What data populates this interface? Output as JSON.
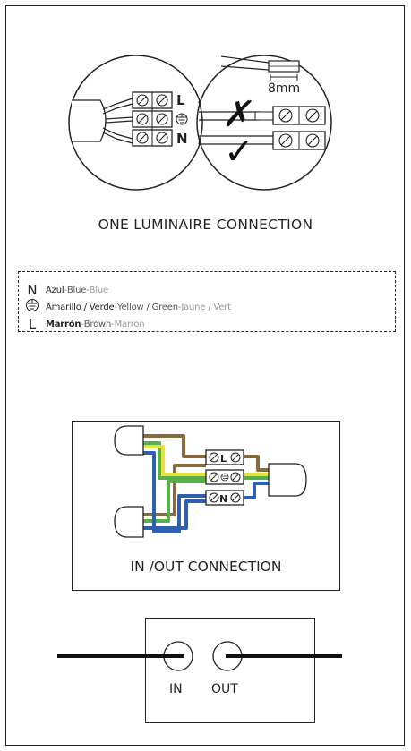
{
  "diagram1": {
    "strip_length_label": "8mm",
    "terminal_live": "L",
    "terminal_neutral": "N",
    "wrong_mark": "✗",
    "right_mark": "✓",
    "caption": "ONE LUMINAIRE CONNECTION"
  },
  "legend": {
    "rows": [
      {
        "symbol": "N",
        "es": "Azul",
        "en": "Blue",
        "fr": "Blue",
        "sep1": " - ",
        "sep2": " - ",
        "sep3": ""
      },
      {
        "symbol": "⏚",
        "es": "Amarillo / Verde",
        "en": "Yellow / Green",
        "fr": "Jaune / Vert",
        "sep1": " - ",
        "sep2": " - ",
        "sep3": ""
      },
      {
        "symbol": "L",
        "es": "Marrón",
        "en": "Brown",
        "fr": "Marron",
        "sep1": " - ",
        "sep2": " - ",
        "sep3": ""
      }
    ]
  },
  "diagram2": {
    "terminal_live": "L",
    "terminal_neutral": "N",
    "caption": "IN /OUT CONNECTION"
  },
  "diagram3": {
    "in_label": "IN",
    "out_label": "OUT"
  },
  "colors": {
    "brown": "#8a6a3a",
    "yellow": "#e8e23a",
    "green": "#58b04a",
    "blue": "#2e5fb0",
    "line": "#222222"
  }
}
